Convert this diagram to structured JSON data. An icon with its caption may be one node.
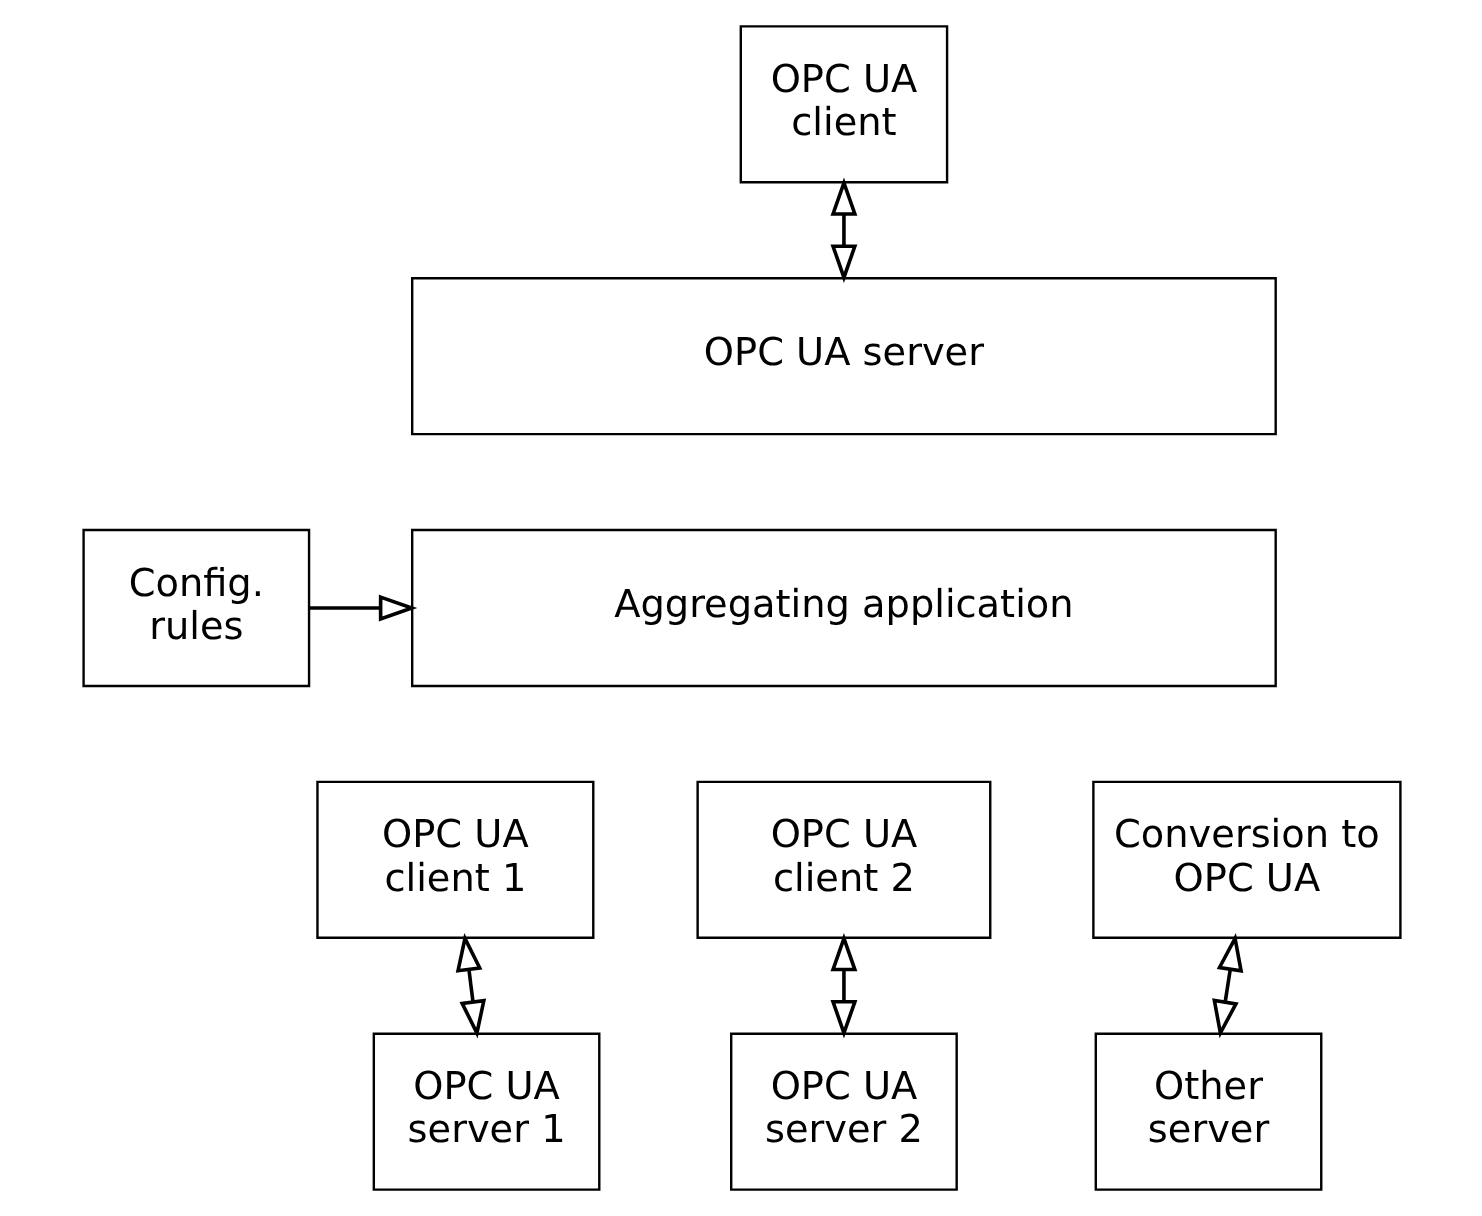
{
  "diagram": {
    "nodes": [
      {
        "text": [
          "OPC UA client"
        ]
      },
      {
        "text": [
          "OPC UA server"
        ]
      },
      {
        "text": [
          "Aggregating application"
        ]
      },
      {
        "text": [
          "Config. rules"
        ]
      },
      {
        "text": [
          "OPC UA client 1"
        ]
      },
      {
        "text": [
          "OPC UA client 2"
        ]
      },
      {
        "text": [
          "Conversion to OPC UA"
        ]
      },
      {
        "text": [
          "OPC UA server 1"
        ]
      },
      {
        "text": [
          "OPC UA server 2"
        ]
      },
      {
        "text": [
          "Other server"
        ]
      }
    ],
    "edges": [
      {
        "from": 0,
        "to": 1,
        "arrow": "both"
      },
      {
        "from": 3,
        "to": 2,
        "arrow": "to"
      },
      {
        "from": 4,
        "to": 7,
        "arrow": "both"
      },
      {
        "from": 5,
        "to": 8,
        "arrow": "both"
      },
      {
        "from": 6,
        "to": 9,
        "arrow": "both"
      }
    ]
  }
}
